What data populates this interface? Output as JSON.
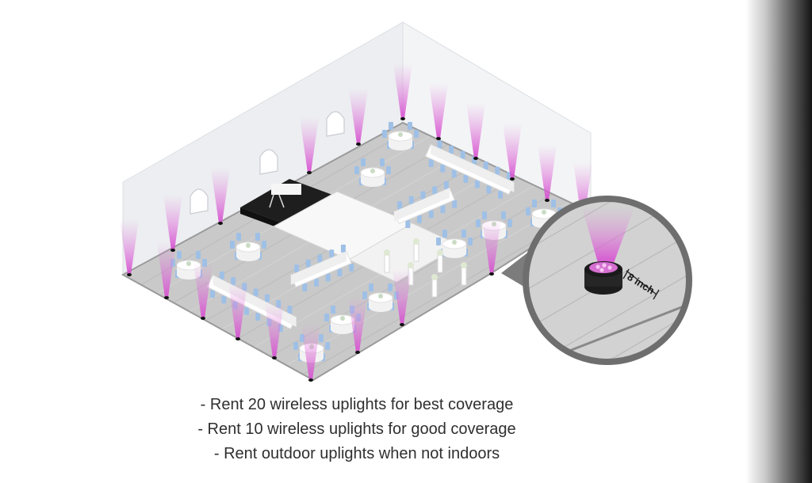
{
  "diagram": {
    "callout_label": "8 inch",
    "captions": [
      "- Rent 20 wireless uplights for best coverage",
      "- Rent 10 wireless uplights for good coverage",
      "- Rent outdoor uplights when not indoors"
    ],
    "colors": {
      "floor": "#c9c9c9",
      "wall": "#e9ebee",
      "uplight_beam": "#e074d8",
      "tablecloth": "#ffffff",
      "chair": "#9fc0e6",
      "stage": "#1b1b1b",
      "callout_ring": "#6e6e6e"
    }
  }
}
